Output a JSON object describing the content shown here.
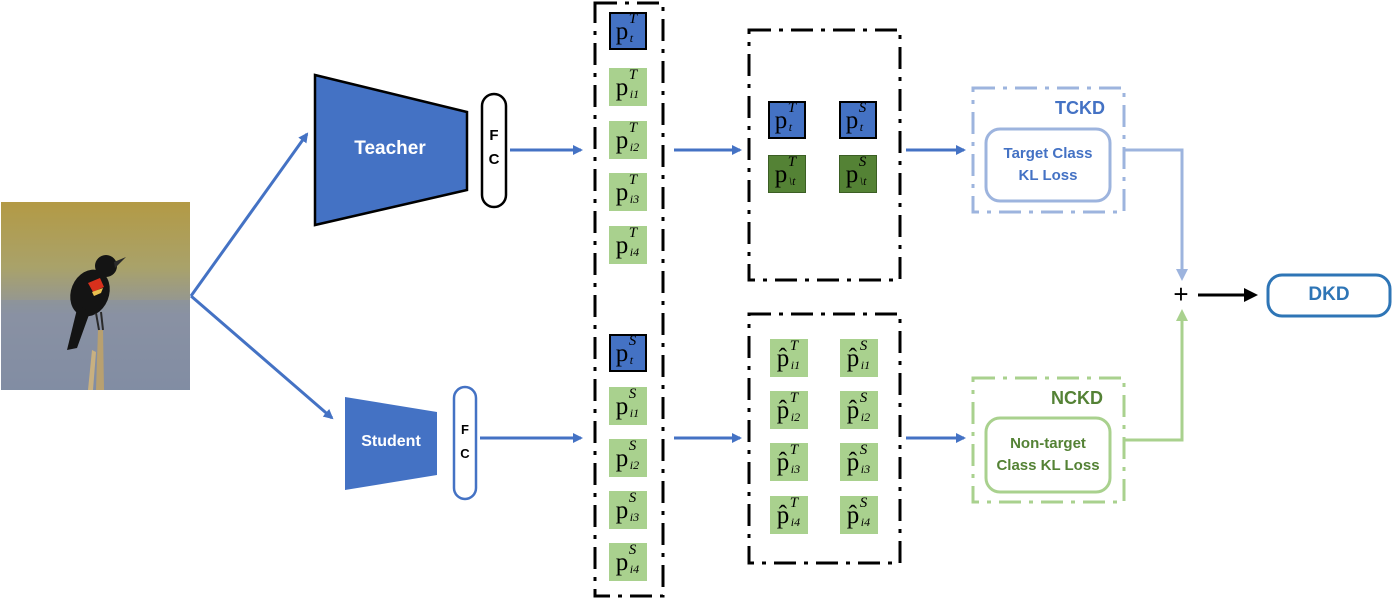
{
  "teacher": {
    "label": "Teacher",
    "fc_label": "F\nC"
  },
  "student": {
    "label": "Student",
    "fc_label": "F\nC"
  },
  "teacher_probs": [
    {
      "base": "p",
      "sup": "T",
      "sub": "t",
      "kind": "target"
    },
    {
      "base": "p",
      "sup": "T",
      "sub": "i1",
      "kind": "non-target"
    },
    {
      "base": "p",
      "sup": "T",
      "sub": "i2",
      "kind": "non-target"
    },
    {
      "base": "p",
      "sup": "T",
      "sub": "i3",
      "kind": "non-target"
    },
    {
      "base": "p",
      "sup": "T",
      "sub": "i4",
      "kind": "non-target"
    }
  ],
  "student_probs": [
    {
      "base": "p",
      "sup": "S",
      "sub": "t",
      "kind": "target"
    },
    {
      "base": "p",
      "sup": "S",
      "sub": "i1",
      "kind": "non-target"
    },
    {
      "base": "p",
      "sup": "S",
      "sub": "i2",
      "kind": "non-target"
    },
    {
      "base": "p",
      "sup": "S",
      "sub": "i3",
      "kind": "non-target"
    },
    {
      "base": "p",
      "sup": "S",
      "sub": "i4",
      "kind": "non-target"
    }
  ],
  "binary_probs": [
    {
      "base": "p",
      "sup": "T",
      "sub": "t",
      "kind": "target"
    },
    {
      "base": "p",
      "sup": "S",
      "sub": "t",
      "kind": "target"
    },
    {
      "base": "p",
      "sup": "T",
      "sub": "\\t",
      "kind": "non-target-dark"
    },
    {
      "base": "p",
      "sup": "S",
      "sub": "\\t",
      "kind": "non-target-dark"
    }
  ],
  "normalized_probs": {
    "teacher": [
      {
        "base": "p̂",
        "sup": "T",
        "sub": "i1"
      },
      {
        "base": "p̂",
        "sup": "T",
        "sub": "i2"
      },
      {
        "base": "p̂",
        "sup": "T",
        "sub": "i3"
      },
      {
        "base": "p̂",
        "sup": "T",
        "sub": "i4"
      }
    ],
    "student": [
      {
        "base": "p̂",
        "sup": "S",
        "sub": "i1"
      },
      {
        "base": "p̂",
        "sup": "S",
        "sub": "i2"
      },
      {
        "base": "p̂",
        "sup": "S",
        "sub": "i3"
      },
      {
        "base": "p̂",
        "sup": "S",
        "sub": "i4"
      }
    ]
  },
  "tckd": {
    "title": "TCKD",
    "loss_line1": "Target Class",
    "loss_line2": "KL Loss"
  },
  "nckd": {
    "title": "NCKD",
    "loss_line1": "Non-target",
    "loss_line2": "Class KL Loss"
  },
  "sum_symbol": "+",
  "output": {
    "label": "DKD"
  },
  "colors": {
    "blue": "#4472C4",
    "light_green": "#A9D18E",
    "dark_green": "#548235",
    "tckd_light": "#9DB4DE",
    "nckd_light": "#A9D18E",
    "dkd_blue": "#2E75B6",
    "nckd_text": "#548235",
    "tckd_text": "#4472C4"
  }
}
